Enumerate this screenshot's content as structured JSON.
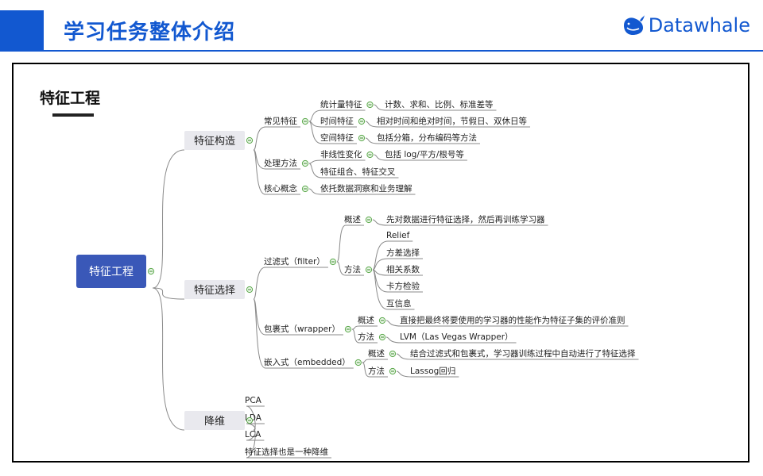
{
  "header": {
    "title": "学习任务整体介绍",
    "logo_text": "Datawhale",
    "accent_color": "#1258d0"
  },
  "mindmap": {
    "heading": "特征工程",
    "root": {
      "label": "特征工程",
      "children": [
        {
          "label": "特征构造",
          "children": [
            {
              "label": "常见特征",
              "children": [
                {
                  "label": "统计量特征",
                  "children": [
                    {
                      "label": "计数、求和、比例、标准差等"
                    }
                  ]
                },
                {
                  "label": "时间特征",
                  "children": [
                    {
                      "label": "相对时间和绝对时间，节假日、双休日等"
                    }
                  ]
                },
                {
                  "label": "空间特征",
                  "children": [
                    {
                      "label": "包括分箱，分布编码等方法"
                    }
                  ]
                }
              ]
            },
            {
              "label": "处理方法",
              "children": [
                {
                  "label": "非线性变化",
                  "children": [
                    {
                      "label": "包括 log/平方/根号等"
                    }
                  ]
                },
                {
                  "label": "特征组合、特征交叉"
                }
              ]
            },
            {
              "label": "核心概念",
              "children": [
                {
                  "label": "依托数据洞察和业务理解"
                }
              ]
            }
          ]
        },
        {
          "label": "特征选择",
          "children": [
            {
              "label": "过滤式（filter）",
              "children": [
                {
                  "label": "概述",
                  "children": [
                    {
                      "label": "先对数据进行特征选择，然后再训练学习器"
                    }
                  ]
                },
                {
                  "label": "方法",
                  "children": [
                    {
                      "label": "Relief"
                    },
                    {
                      "label": "方差选择"
                    },
                    {
                      "label": "相关系数"
                    },
                    {
                      "label": "卡方检验"
                    },
                    {
                      "label": "互信息"
                    }
                  ]
                }
              ]
            },
            {
              "label": "包裹式（wrapper）",
              "children": [
                {
                  "label": "概述",
                  "children": [
                    {
                      "label": "直接把最终将要使用的学习器的性能作为特征子集的评价准则"
                    }
                  ]
                },
                {
                  "label": "方法",
                  "children": [
                    {
                      "label": "LVM（Las Vegas Wrapper）"
                    }
                  ]
                }
              ]
            },
            {
              "label": "嵌入式（embedded）",
              "children": [
                {
                  "label": "概述",
                  "children": [
                    {
                      "label": "结合过滤式和包裹式，学习器训练过程中自动进行了特征选择"
                    }
                  ]
                },
                {
                  "label": "方法",
                  "children": [
                    {
                      "label": "Lassog回归"
                    }
                  ]
                }
              ]
            }
          ]
        },
        {
          "label": "降维",
          "children": [
            {
              "label": "PCA"
            },
            {
              "label": "LDA"
            },
            {
              "label": "LCA"
            },
            {
              "label": "特征选择也是一种降维"
            }
          ]
        }
      ]
    }
  }
}
